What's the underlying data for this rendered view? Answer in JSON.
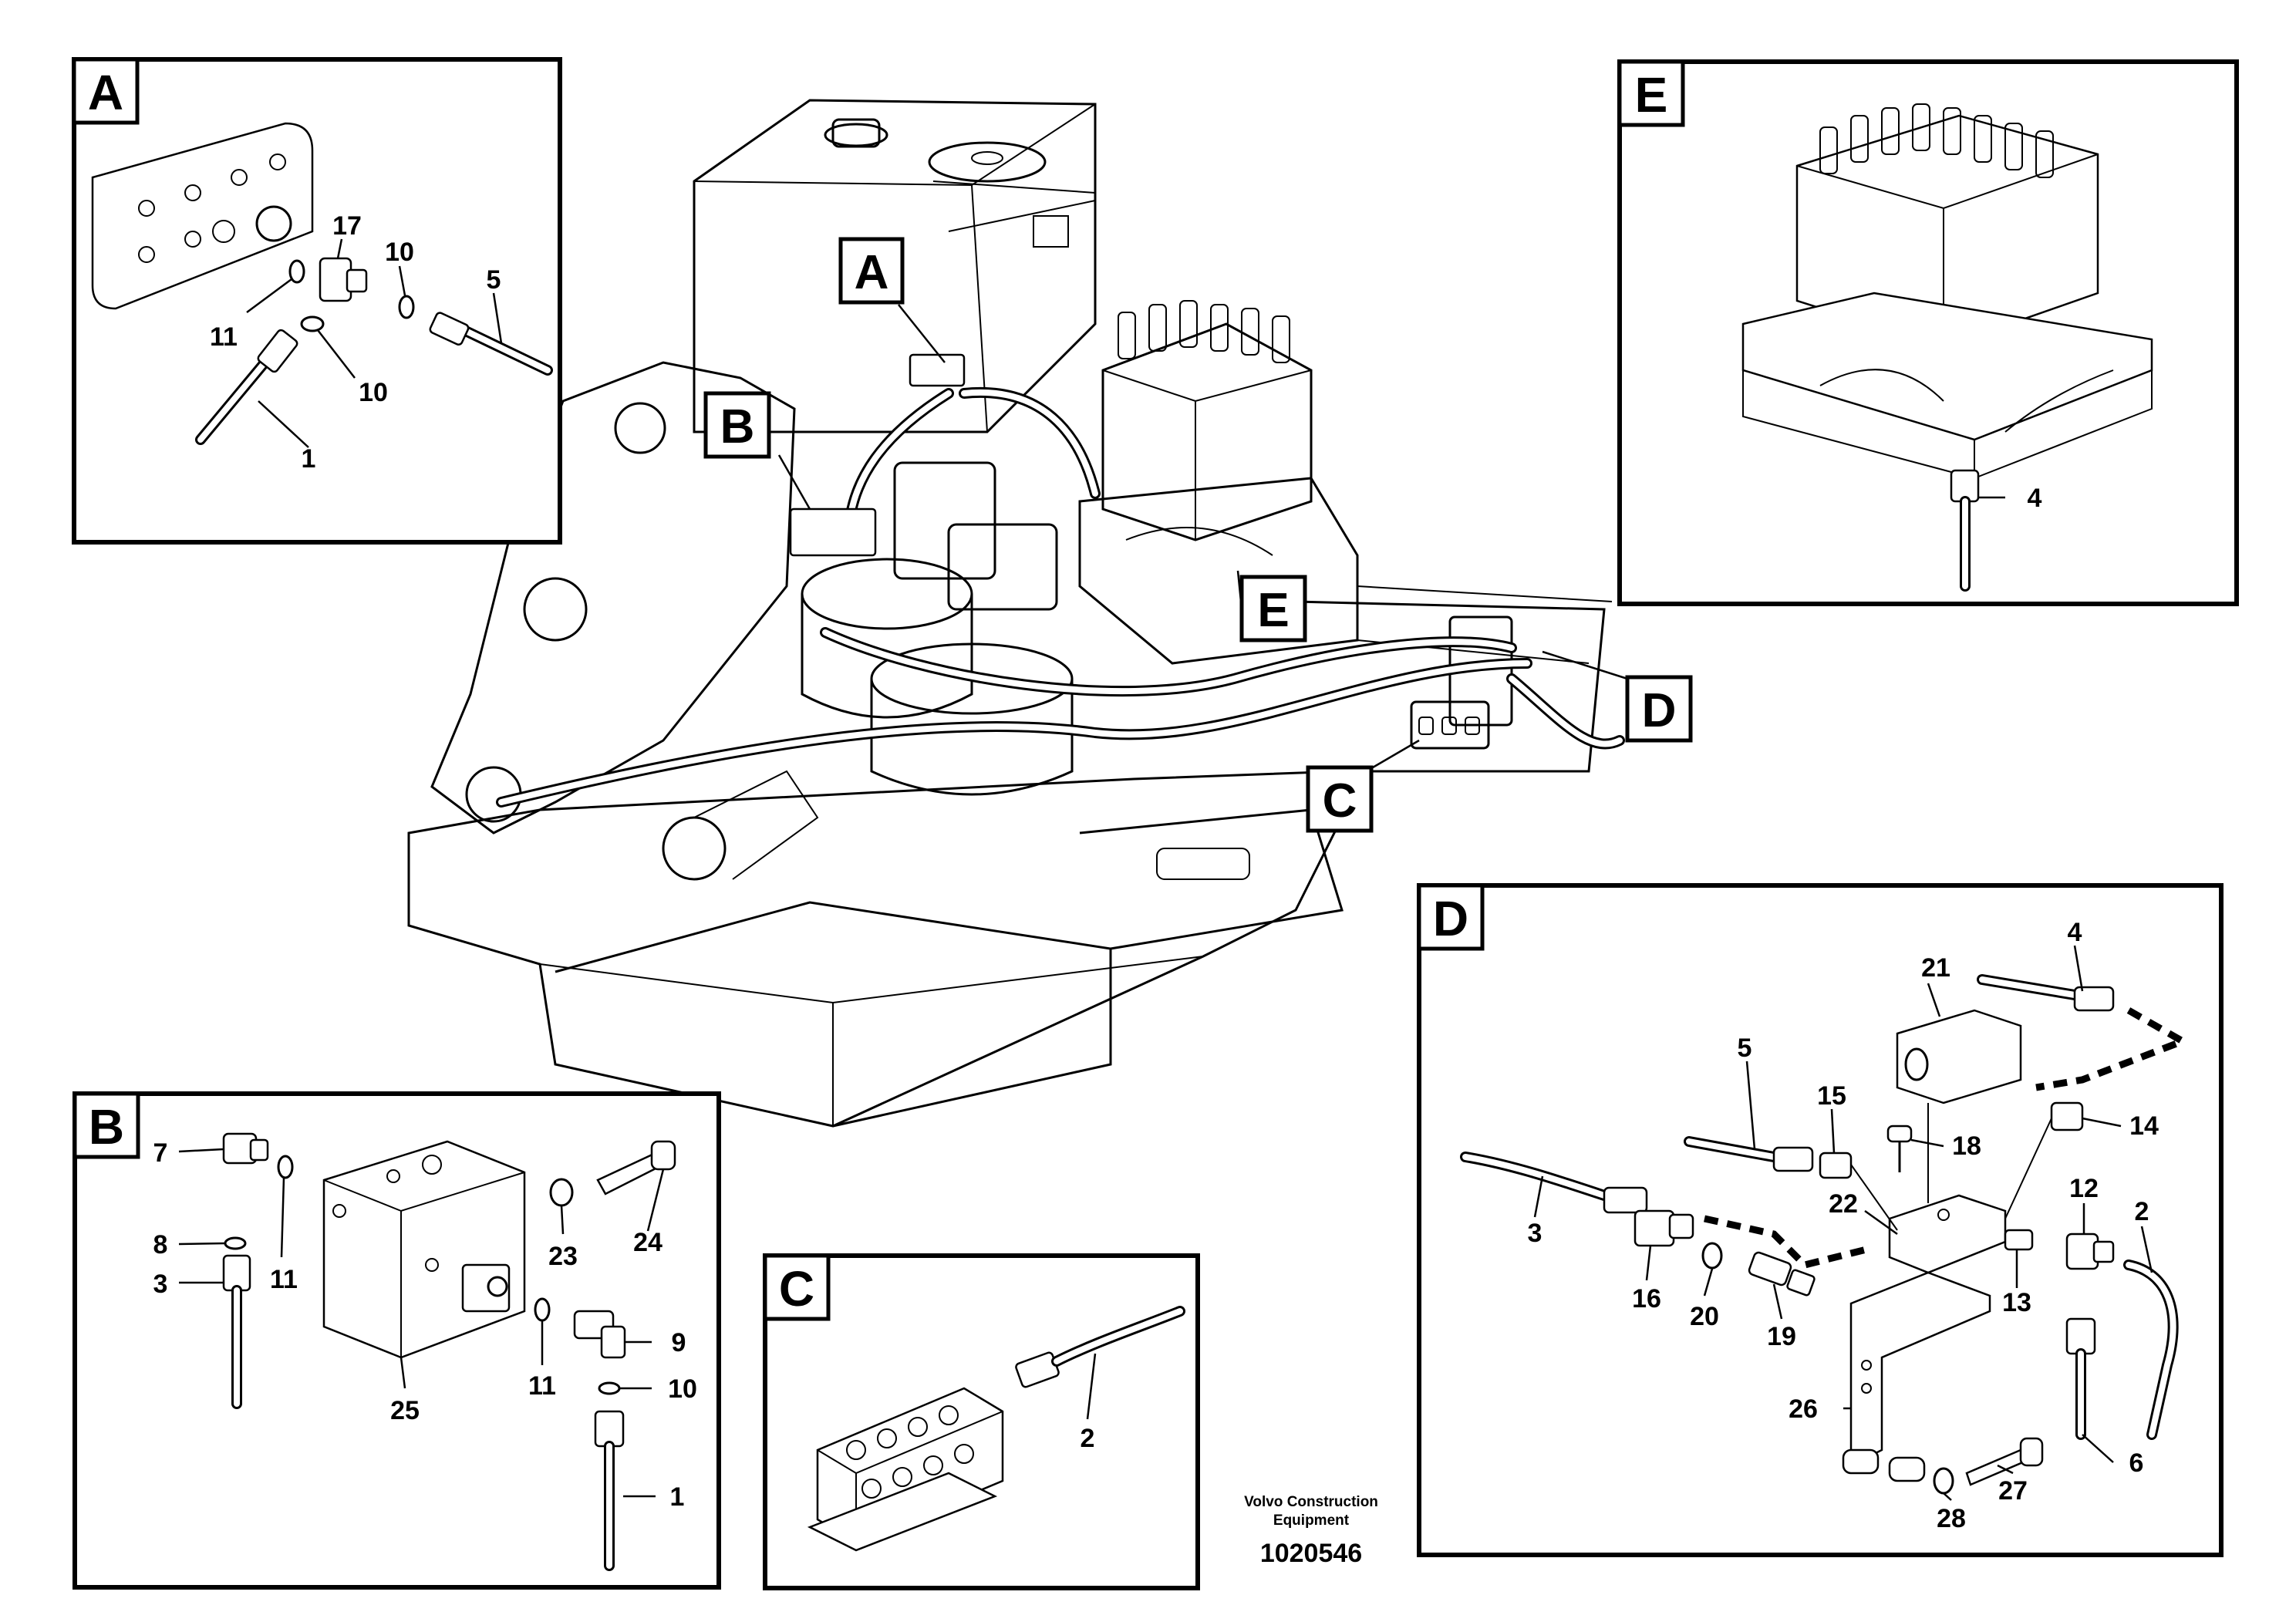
{
  "drawing_number": "1020546",
  "company_line1": "Volvo Construction",
  "company_line2": "Equipment",
  "views": {
    "A": {
      "letter": "A",
      "labels": [
        "17",
        "10",
        "5",
        "11",
        "10",
        "1"
      ]
    },
    "B": {
      "letter": "B",
      "labels": [
        "7",
        "8",
        "11",
        "3",
        "23",
        "24",
        "25",
        "9",
        "11",
        "10",
        "1"
      ]
    },
    "C": {
      "letter": "C",
      "labels": [
        "2"
      ]
    },
    "D": {
      "letter": "D",
      "labels": [
        "4",
        "21",
        "5",
        "15",
        "18",
        "14",
        "22",
        "12",
        "2",
        "3",
        "16",
        "20",
        "19",
        "13",
        "26",
        "6",
        "28",
        "27"
      ]
    },
    "E": {
      "letter": "E",
      "labels": [
        "4"
      ]
    }
  },
  "main_callouts": [
    "A",
    "B",
    "E",
    "D",
    "C"
  ]
}
